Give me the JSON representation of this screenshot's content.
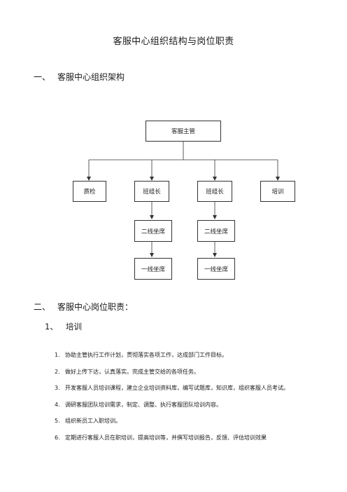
{
  "doc_title": "客服中心组织结构与岗位职责",
  "section1": {
    "num": "一、",
    "title": "客服中心组织架构"
  },
  "org": {
    "root": "客服主管",
    "level1": [
      "质检",
      "班组长",
      "班组长",
      "培训"
    ],
    "level2": [
      "二线坐席",
      "二线坐席"
    ],
    "level3": [
      "一线坐席",
      "一线坐席"
    ]
  },
  "section2": {
    "num": "二、",
    "title": "客服中心岗位职责："
  },
  "subsection1": {
    "num": "1、",
    "title": "培训"
  },
  "duties": [
    {
      "n": "1.",
      "text": "协助主管执行工作计划，贯彻落实各项工作，达成部门工作目标。"
    },
    {
      "n": "2.",
      "text": "做好上传下达，认真落实。完成主管交给的各项任务。"
    },
    {
      "n": "3.",
      "text": "开发客服人员培训课程，建立企业培训资料库，编写试题库，知识库，组织客服人员考试。"
    },
    {
      "n": "4.",
      "text": "调研客服团队培训需求，制定、调整、执行客服团队培训内容。"
    },
    {
      "n": "5.",
      "text": "组织新员工入职培训。"
    },
    {
      "n": "6.",
      "text": "定期进行客服人员在职培训，提高培训等，并撰写培训报告，反馈、评估培训效果"
    }
  ]
}
